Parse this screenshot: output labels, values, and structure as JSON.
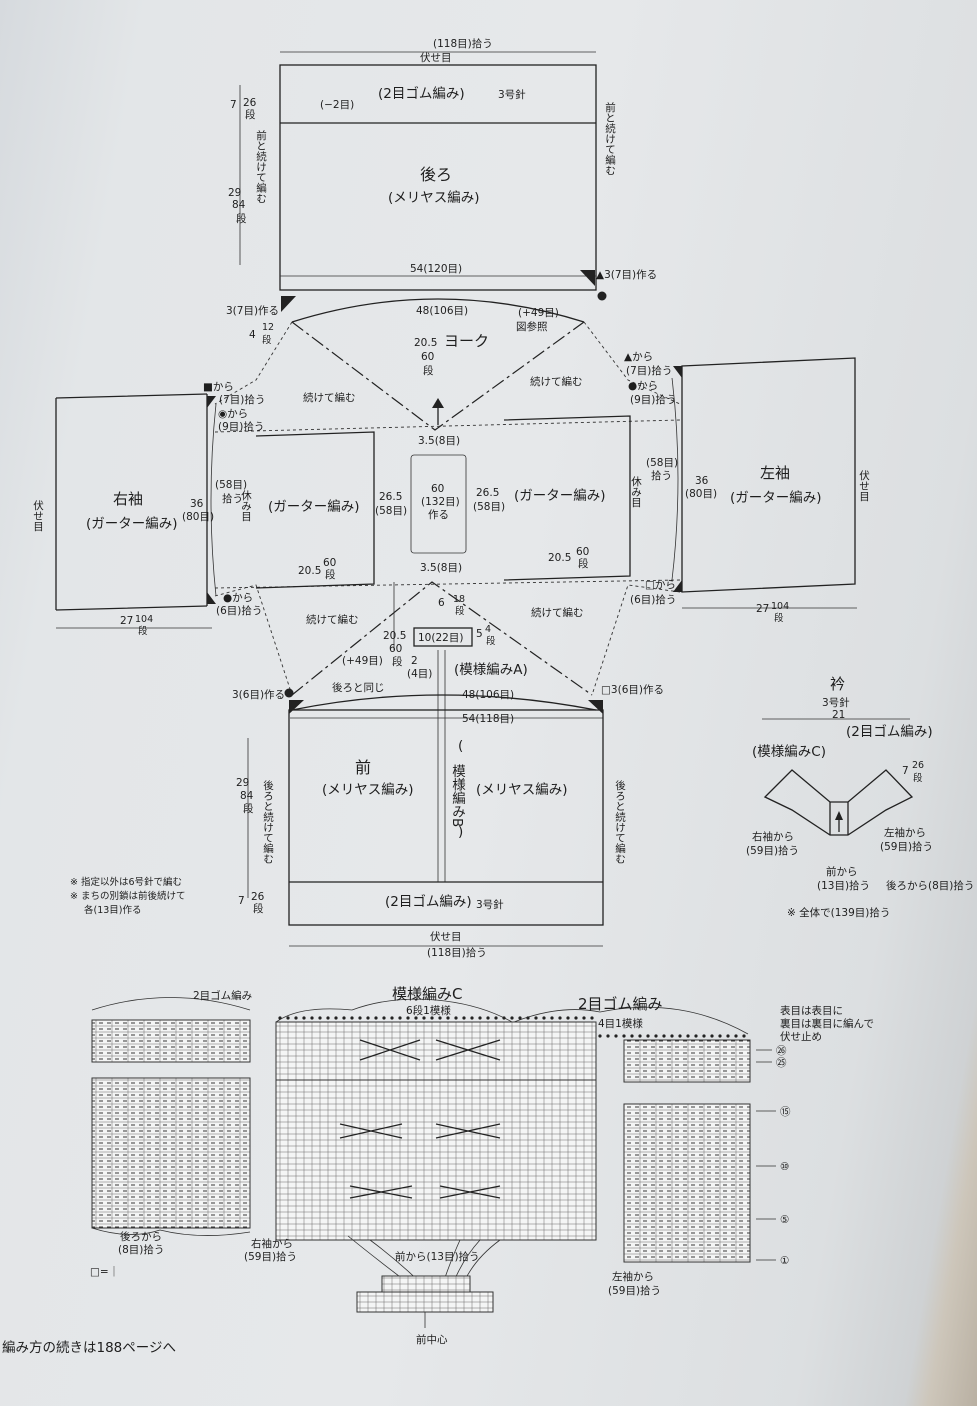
{
  "back": {
    "top_count": "(118目)拾う",
    "bind_off": "伏せ目",
    "rib": "(2目ゴム編み)",
    "needle": "3号針",
    "decrease": "(−2目)",
    "rib_cm": "7",
    "rib_rows": "26",
    "dan": "段",
    "body_cm": "29",
    "body_rows": "84",
    "side_note_left": "前と続けて編む",
    "side_note_right": "前と続けて編む",
    "title": "後ろ",
    "stitch": "(メリヤス編み)",
    "width": "54(120目)",
    "cast_left": "3(7目)作る",
    "cast_right": "▲3(7目)作る",
    "inner_width": "48(106目)",
    "plus": "(+49目)",
    "see_fig": "図参照",
    "armhole_cm": "4",
    "armhole_rows": "12"
  },
  "yoke": {
    "label": "ヨーク",
    "height_cm": "20.5",
    "height_rows": "60",
    "top_gap": "3.5(8目)",
    "bottom_gap": "3.5(8目)",
    "center_cm": "60",
    "center_count": "(132目)",
    "center_make": "作る",
    "continue": "続けて編む",
    "garter": "(ガーター編み)",
    "side_h": "26.5",
    "side_count": "(58目)",
    "side_w": "20.5",
    "side_rows": "60",
    "rest": "休み目"
  },
  "right_sleeve": {
    "title": "右袖",
    "stitch": "(ガーター編み)",
    "bind_off": "伏せ目",
    "from_sq": "■から",
    "pick_7": "(7目)拾う",
    "from_circ": "◉から",
    "pick_9": "(9目)拾う",
    "count58": "(58目)",
    "pick": "拾う",
    "h": "36",
    "h_count": "(80目)",
    "from_dot": "●から",
    "pick_6": "(6目)拾う",
    "len": "27",
    "rows": "104"
  },
  "left_sleeve": {
    "title": "左袖",
    "stitch": "(ガーター編み)",
    "bind_off": "伏せ目",
    "from_tri": "▲から",
    "pick_7": "(7目)拾う",
    "from_dot": "●から",
    "pick_9": "(9目)拾う",
    "count58": "(58目)",
    "pick": "拾う",
    "h": "36",
    "h_count": "(80目)",
    "from_sq": "□から",
    "pick_6": "(6目)拾う",
    "len": "27",
    "rows": "104"
  },
  "front": {
    "title": "前",
    "stitch": "(メリヤス編み)",
    "stitch_right": "(メリヤス編み)",
    "pattern_a": "(模様編みA)",
    "pattern_b": "模様編みB",
    "pattern_b_paren_open": "(",
    "pattern_b_paren_close": ")",
    "neck_cm": "6",
    "neck_rows": "18",
    "box": "10(22目)",
    "box_side_cm": "5",
    "box_side_rows": "4",
    "yoke_cm": "20.5",
    "yoke_rows": "60",
    "small_cm": "2",
    "small_count": "(4目)",
    "plus": "(+49目)",
    "same_as_back": "後ろと同じ",
    "cast_left": "3(6目)作る",
    "cast_right": "□3(6目)作る",
    "inner_width": "48(106目)",
    "width": "54(118目)",
    "body_cm": "29",
    "body_rows": "84",
    "rib_cm": "7",
    "rib_rows": "26",
    "side_note": "後ろと続けて編む",
    "rib": "(2目ゴム編み)",
    "needle": "3号針",
    "bind_off": "伏せ目",
    "bottom_count": "(118目)拾う",
    "note1": "※ 指定以外は6号針で編む",
    "note2": "※ まちの別鎖は前後続けて",
    "note3": "各(13目)作る"
  },
  "collar": {
    "title": "衿",
    "needle": "3号針",
    "width": "21",
    "rib": "(2目ゴム編み)",
    "pattern": "(模様編みC)",
    "cm": "7",
    "rows": "26",
    "from_right": "右袖から",
    "pick_right": "(59目)拾う",
    "from_left": "左袖から",
    "pick_left": "(59目)拾う",
    "from_front": "前から",
    "pick_front": "(13目)拾う",
    "from_back": "後ろから(8目)拾う",
    "note": "※ 全体で(139目)拾う"
  },
  "chart": {
    "rib_label": "2目ゴム編み",
    "pattern_label": "模様編みC",
    "pattern_repeat": "6段1模様",
    "rib_label2": "2目ゴム編み",
    "rib_repeat": "4目1模様",
    "note1": "表目は表目に",
    "note2": "裏目は裏目に編んで",
    "note3": "伏せ止め",
    "row26": "㉖",
    "row25": "㉕",
    "row15": "⑮",
    "row10": "⑩",
    "row5": "⑤",
    "row1": "①",
    "from_back": "後ろから",
    "pick_back": "(8目)拾う",
    "from_right": "右袖から",
    "pick_right": "(59目)拾う",
    "from_front": "前から(13目)拾う",
    "from_left": "左袖から",
    "pick_left": "(59目)拾う",
    "center": "前中心",
    "legend": "□=｜"
  },
  "footer": {
    "continued": "編み方の続きは188ページへ"
  }
}
